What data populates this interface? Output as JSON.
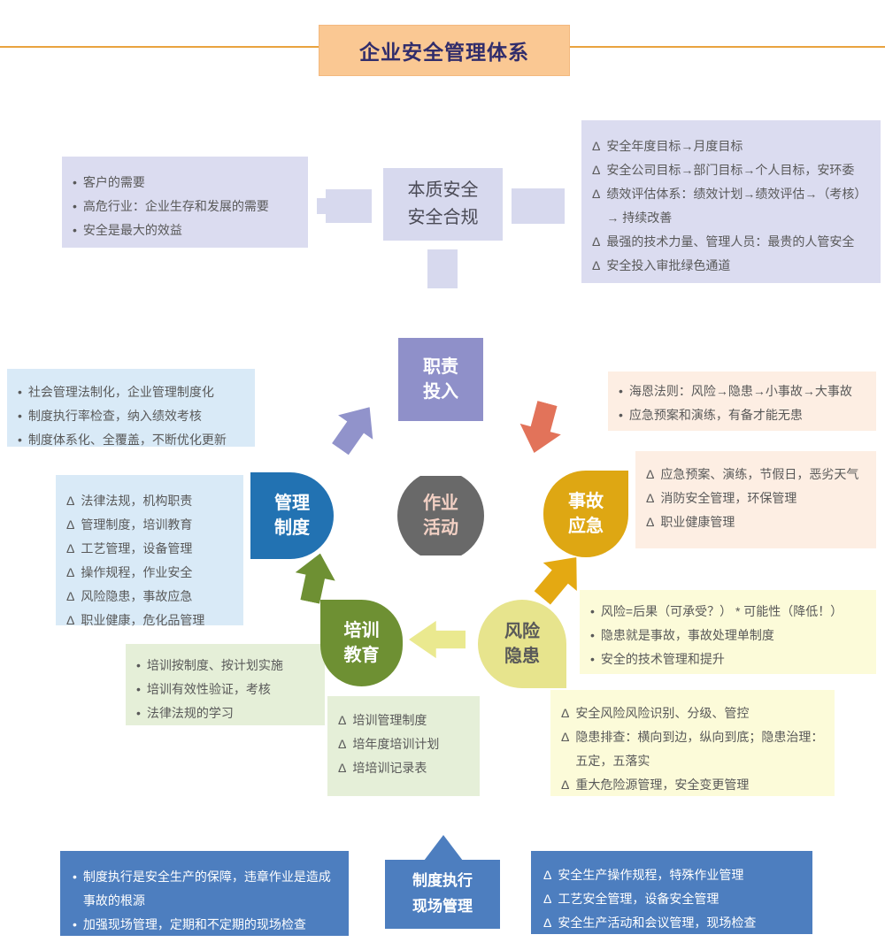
{
  "title": "企业安全管理体系",
  "markers": {
    "dot": "•",
    "delta": "Δ"
  },
  "colors": {
    "title_bg": "#fac893",
    "title_text": "#312d6b",
    "title_line": "#e9a33f",
    "lavender_box": "#dbdcf0",
    "light_blue_box": "#d9eaf7",
    "peach_box": "#fdeee3",
    "pale_yellow_box": "#fcfbd9",
    "light_green_box": "#e5efd8",
    "dark_blue_box": "#4d7ebf",
    "node_duty": "#8f90c9",
    "node_management": "#2272b2",
    "node_activity": "#696969",
    "node_accident": "#dea713",
    "node_training": "#6e9033",
    "node_risk": "#e7e48d",
    "arrow_coral": "#e2735a",
    "arrow_gold": "#e4a912"
  },
  "top": {
    "left_box": {
      "items": [
        "客户的需要",
        "高危行业：企业生存和发展的需要",
        "安全是最大的效益"
      ]
    },
    "center_box": {
      "line1": "本质安全",
      "line2": "安全合规"
    },
    "right_box": {
      "items": [
        "安全年度目标→月度目标",
        "安全公司目标→部门目标→个人目标，安环委",
        "绩效评估体系：绩效计划→绩效评估→（考核）→ 持续改善",
        "最强的技术力量、管理人员：最贵的人管安全",
        "安全投入审批绿色通道"
      ]
    }
  },
  "cycle": {
    "duty": {
      "line1": "职责",
      "line2": "投入"
    },
    "management": {
      "line1": "管理",
      "line2": "制度"
    },
    "activity": {
      "line1": "作业",
      "line2": "活动"
    },
    "accident": {
      "line1": "事故",
      "line2": "应急"
    },
    "training": {
      "line1": "培训",
      "line2": "教育"
    },
    "risk": {
      "line1": "风险",
      "line2": "隐患"
    }
  },
  "boxes": {
    "duty_left": {
      "items": [
        "社会管理法制化，企业管理制度化",
        "制度执行率检查，纳入绩效考核",
        "制度体系化、全覆盖，不断优化更新"
      ]
    },
    "management_detail": {
      "items": [
        "法律法规，机构职责",
        "管理制度，培训教育",
        "工艺管理，设备管理",
        "操作规程，作业安全",
        "风险隐患，事故应急",
        "职业健康，危化品管理"
      ]
    },
    "heinrich_law": {
      "items": [
        "海恩法则：风险→隐患→小事故→大事故",
        "应急预案和演练，有备才能无患"
      ]
    },
    "accident_detail": {
      "items": [
        "应急预案、演练，节假日，恶劣天气",
        "消防安全管理，环保管理",
        "职业健康管理"
      ]
    },
    "risk_formula": {
      "items": [
        "风险=后果（可承受？） * 可能性（降低！）",
        "隐患就是事故，事故处理单制度",
        "安全的技术管理和提升"
      ]
    },
    "risk_detail": {
      "items": [
        "安全风险风险识别、分级、管控",
        "隐患排查：横向到边，纵向到底；隐患治理：五定，五落实",
        "重大危险源管理，安全变更管理"
      ]
    },
    "training_left": {
      "items": [
        "培训按制度、按计划实施",
        "培训有效性验证，考核",
        "法律法规的学习"
      ]
    },
    "training_detail": {
      "items": [
        "培训管理制度",
        "培年度培训计划",
        "培培训记录表"
      ]
    }
  },
  "bottom": {
    "left_box": {
      "items": [
        "制度执行是安全生产的保障，违章作业是造成事故的根源",
        "加强现场管理，定期和不定期的现场检查"
      ]
    },
    "center_box": {
      "line1": "制度执行",
      "line2": "现场管理"
    },
    "right_box": {
      "items": [
        "安全生产操作规程，特殊作业管理",
        "工艺安全管理，设备安全管理",
        "安全生产活动和会议管理，现场检查"
      ]
    }
  }
}
